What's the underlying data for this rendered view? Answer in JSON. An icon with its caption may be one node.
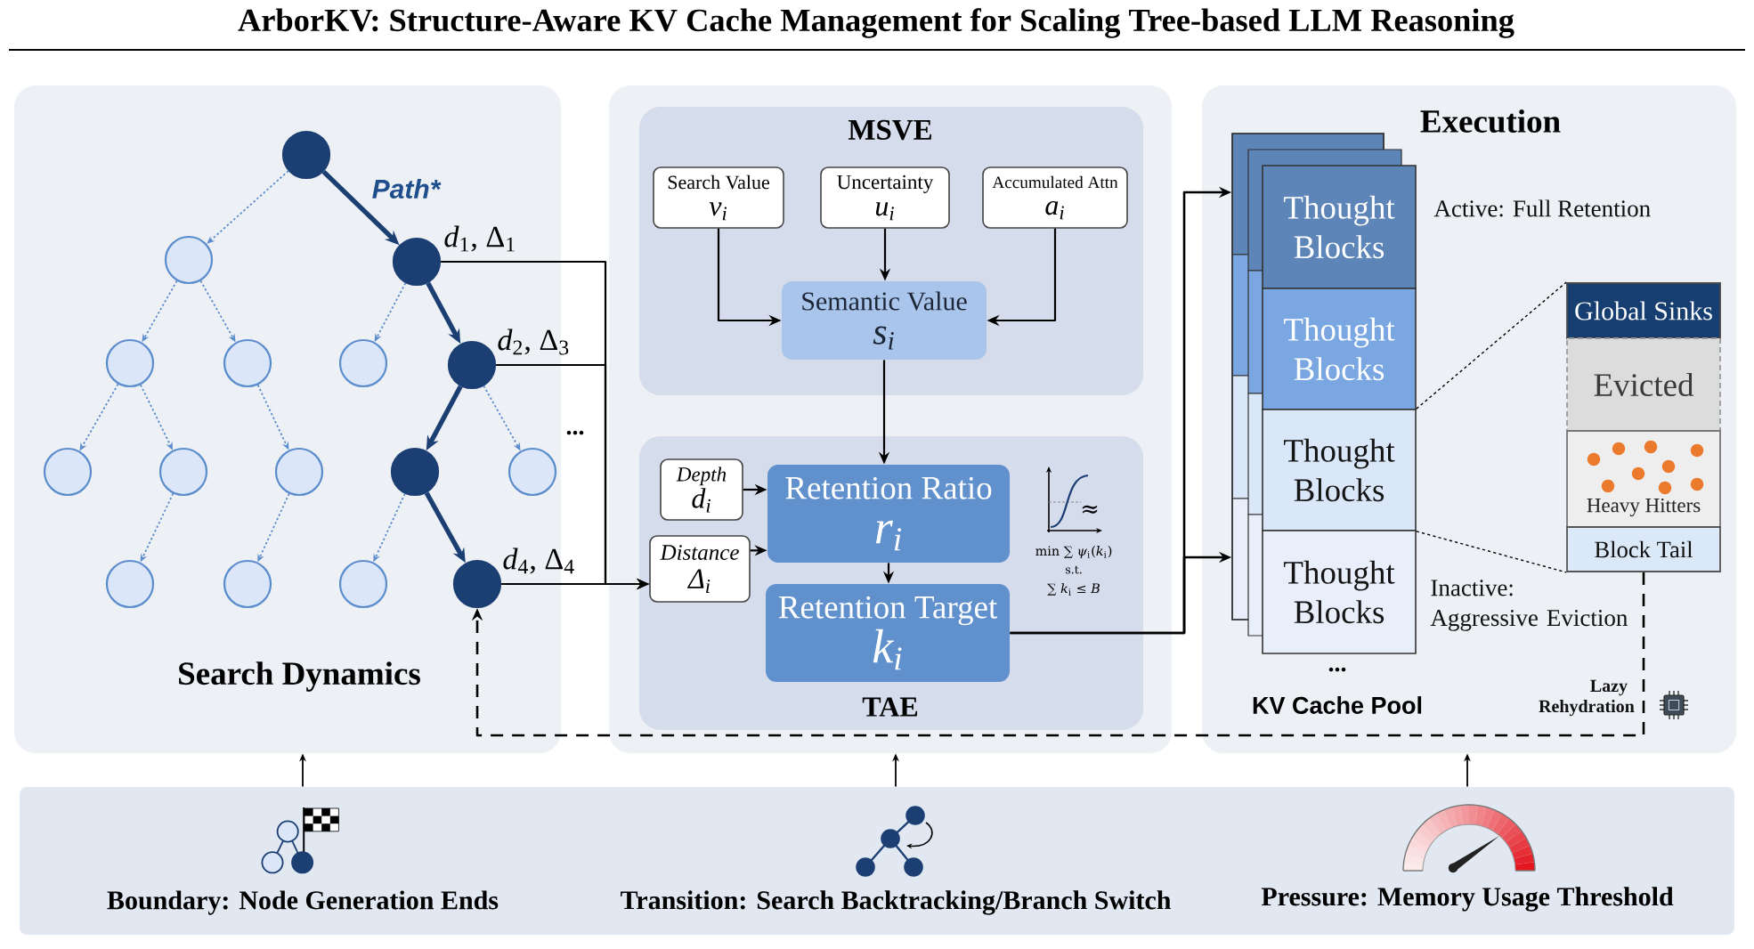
{
  "diagram": {
    "title": "ArborKV: Structure-Aware KV Cache Management for Scaling Tree-based LLM Reasoning",
    "nodes": [
      {
        "text": [
          "Search Dynamics"
        ]
      },
      {
        "text": [],
        "shape": "circle",
        "in": 0
      },
      {
        "text": [],
        "shape": "circle",
        "in": 0
      },
      {
        "text": [],
        "shape": "circle",
        "in": 0,
        "beside": [
          "*d*$_{1}$, Δ$_{1}$"
        ]
      },
      {
        "text": [],
        "shape": "circle",
        "in": 0
      },
      {
        "text": [],
        "shape": "circle",
        "in": 0
      },
      {
        "text": [],
        "shape": "circle",
        "in": 0
      },
      {
        "text": [],
        "shape": "circle",
        "in": 0,
        "beside": [
          "*d*$_{2}$, Δ$_{3}$"
        ]
      },
      {
        "text": [],
        "shape": "circle",
        "in": 0
      },
      {
        "text": [],
        "shape": "circle",
        "in": 0
      },
      {
        "text": [],
        "shape": "circle",
        "in": 0
      },
      {
        "text": [],
        "shape": "circle",
        "in": 0
      },
      {
        "text": [],
        "shape": "circle",
        "in": 0
      },
      {
        "text": [],
        "shape": "circle",
        "in": 0
      },
      {
        "text": [],
        "shape": "circle",
        "in": 0
      },
      {
        "text": [],
        "shape": "circle",
        "in": 0
      },
      {
        "text": [],
        "shape": "circle",
        "in": 0,
        "beside": [
          "*d*$_{4}$, Δ$_{4}$"
        ]
      },
      {
        "text": [],
        "shape": "box"
      },
      {
        "text": [
          "MSVE"
        ],
        "in": 17
      },
      {
        "text": [
          "Search Value",
          "v$_{i}$"
        ],
        "in": 18
      },
      {
        "text": [
          "Uncertainty",
          "u$_{i}$"
        ],
        "in": 18
      },
      {
        "text": [
          "Accumulated Attn",
          "a$_{i}$"
        ],
        "in": 18
      },
      {
        "text": [
          "Semantic Value",
          "s$_{i}$"
        ],
        "in": 18
      },
      {
        "text": [
          "TAE"
        ],
        "in": 17
      },
      {
        "text": [
          "Depth",
          "d$_{i}$"
        ],
        "in": 23
      },
      {
        "text": [
          "Distance",
          "Δ$_{i}$"
        ],
        "in": 23
      },
      {
        "text": [
          "Retention Ratio",
          "r$_{i}$"
        ],
        "in": 23
      },
      {
        "text": [
          "Retention Target",
          "k$_{i}$"
        ],
        "in": 23
      },
      {
        "text": [
          "Execution"
        ]
      },
      {
        "text": [],
        "shape": "box",
        "in": 28
      },
      {
        "text": [
          "Thought Blocks"
        ],
        "in": 28,
        "beside": [
          "Active: Full Retention"
        ]
      },
      {
        "text": [
          "Thought Blocks"
        ],
        "in": 28
      },
      {
        "text": [
          "Thought Blocks"
        ],
        "in": 28
      },
      {
        "text": [
          "Thought Blocks"
        ],
        "in": 28,
        "beside": [
          "Inactive: Aggressive Eviction"
        ]
      },
      {
        "text": [
          "Global Sinks"
        ],
        "in": 28
      },
      {
        "text": [
          "Evicted"
        ],
        "in": 28
      },
      {
        "text": [
          "Heavy Hitters"
        ],
        "in": 28
      },
      {
        "text": [
          "Block Tail"
        ],
        "in": 28
      },
      {
        "text": [
          "Boundary: Node Generation Ends",
          "Transition: Search Backtracking/Branch Switch",
          "Pressure: Memory Usage Threshold"
        ]
      }
    ],
    "edges": [
      {
        "from": 1,
        "to": 2,
        "arrow": "to",
        "style": "dashed",
        "color": "#5b8ccc"
      },
      {
        "from": 1,
        "to": 3,
        "arrow": "to",
        "style": "thick",
        "color": "#1b3f73",
        "label": "Path*"
      },
      {
        "from": 2,
        "to": 4,
        "arrow": "to",
        "style": "dashed",
        "color": "#5b8ccc"
      },
      {
        "from": 2,
        "to": 5,
        "arrow": "to",
        "style": "dashed",
        "color": "#5b8ccc"
      },
      {
        "from": 3,
        "to": 6,
        "arrow": "to",
        "style": "dashed",
        "color": "#5b8ccc"
      },
      {
        "from": 3,
        "to": 7,
        "arrow": "to",
        "style": "thick",
        "color": "#1b3f73"
      },
      {
        "from": 4,
        "to": 8,
        "arrow": "to",
        "style": "dashed",
        "color": "#5b8ccc"
      },
      {
        "from": 4,
        "to": 9,
        "arrow": "to",
        "style": "dashed",
        "color": "#5b8ccc"
      },
      {
        "from": 5,
        "to": 10,
        "arrow": "to",
        "style": "dashed",
        "color": "#5b8ccc"
      },
      {
        "from": 7,
        "to": 11,
        "arrow": "to",
        "style": "thick",
        "color": "#1b3f73"
      },
      {
        "from": 7,
        "to": 12,
        "arrow": "to",
        "style": "dashed",
        "color": "#5b8ccc"
      },
      {
        "from": 9,
        "to": 13,
        "arrow": "to",
        "style": "dashed",
        "color": "#5b8ccc"
      },
      {
        "from": 10,
        "to": 14,
        "arrow": "to",
        "style": "dashed",
        "color": "#5b8ccc"
      },
      {
        "from": 11,
        "to": 15,
        "arrow": "to",
        "style": "dashed",
        "color": "#5b8ccc"
      },
      {
        "from": 11,
        "to": 16,
        "arrow": "to",
        "style": "thick",
        "color": "#1b3f73"
      },
      {
        "from": 3,
        "to": 25,
        "arrow": "to"
      },
      {
        "from": 7,
        "to": 25,
        "arrow": "to"
      },
      {
        "from": 16,
        "to": 25,
        "arrow": "to"
      },
      {
        "from": 19,
        "to": 22,
        "arrow": "to"
      },
      {
        "from": 20,
        "to": 22,
        "arrow": "to"
      },
      {
        "from": 21,
        "to": 22,
        "arrow": "to"
      },
      {
        "from": 22,
        "to": 26,
        "arrow": "to"
      },
      {
        "from": 24,
        "to": 26,
        "arrow": "to"
      },
      {
        "from": 25,
        "to": 26,
        "arrow": "to"
      },
      {
        "from": 26,
        "to": 27,
        "arrow": "to"
      },
      {
        "from": 27,
        "to": 29,
        "arrow": "to"
      },
      {
        "from": 27,
        "to": 29,
        "arrow": "to"
      },
      {
        "from": 32,
        "to": 34,
        "arrow": "none",
        "style": "dashed"
      },
      {
        "from": 32,
        "to": 37,
        "arrow": "none",
        "style": "dashed"
      },
      {
        "from": 37,
        "to": 16,
        "arrow": "to",
        "style": "dashed",
        "label": "Lazy Rehydration"
      },
      {
        "from": 38,
        "to": 0,
        "arrow": "to"
      },
      {
        "from": 38,
        "to": 17,
        "arrow": "to"
      },
      {
        "from": 38,
        "to": 28,
        "arrow": "to"
      }
    ],
    "labels": [
      "...",
      "≈",
      "min ∑ *ψ*$_{i}$(*k*$_{i}$)",
      "s.t.",
      "∑ *k*$_{i}$ ≤ *B*",
      "...",
      "KV Cache Pool"
    ]
  }
}
